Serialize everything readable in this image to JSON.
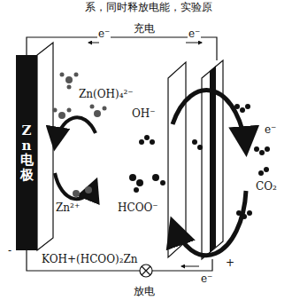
{
  "diagram": {
    "nodes": [
      {
        "text": [
          "Zn电极"
        ]
      }
    ],
    "labels": [
      "系，同时释放电能，实验原",
      "充电",
      "e⁻",
      "e⁻",
      "Zn(OH)₄²⁻",
      "OH⁻",
      "e⁻",
      "Zn²⁺",
      "HCOO⁻",
      "CO₂",
      "-",
      "KOH+(HCOO)₂Zn",
      "+",
      "放电",
      "e⁻"
    ]
  }
}
